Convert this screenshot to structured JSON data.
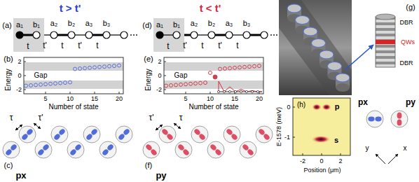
{
  "diagram": {
    "nodes": [
      {
        "text": [
          "a₁",
          "b₁",
          "t"
        ]
      },
      {
        "text": [
          "a₁",
          "b₁",
          "t"
        ]
      }
    ],
    "labels": [
      "t > t'",
      "(a)",
      "a₂",
      "b₂",
      "a₃",
      "b₃",
      "t'",
      "t",
      "t'",
      "t",
      "(b)",
      "Energy",
      "2",
      "0",
      "-2",
      "Gap",
      "5",
      "10",
      "15",
      "20",
      "Number of state",
      "τ",
      "τ'",
      "(c)",
      "px",
      "t < t'",
      "(d)",
      "a₂",
      "b₂",
      "a₃",
      "b₃",
      "t'",
      "t",
      "t'",
      "t",
      "(e)",
      "Energy",
      "2",
      "0",
      "-2",
      "Gap",
      "5",
      "10",
      "15",
      "20",
      "Number of state",
      "τ'",
      "τ",
      "(f)",
      "py",
      "(g)",
      "DBR",
      "QWs",
      "DBR",
      "(h)",
      "E-1578 (meV)",
      "0",
      "-1",
      "p",
      "s",
      "-2",
      "0",
      "2",
      "Position (μm)",
      "px",
      "py",
      "y",
      "x"
    ]
  }
}
